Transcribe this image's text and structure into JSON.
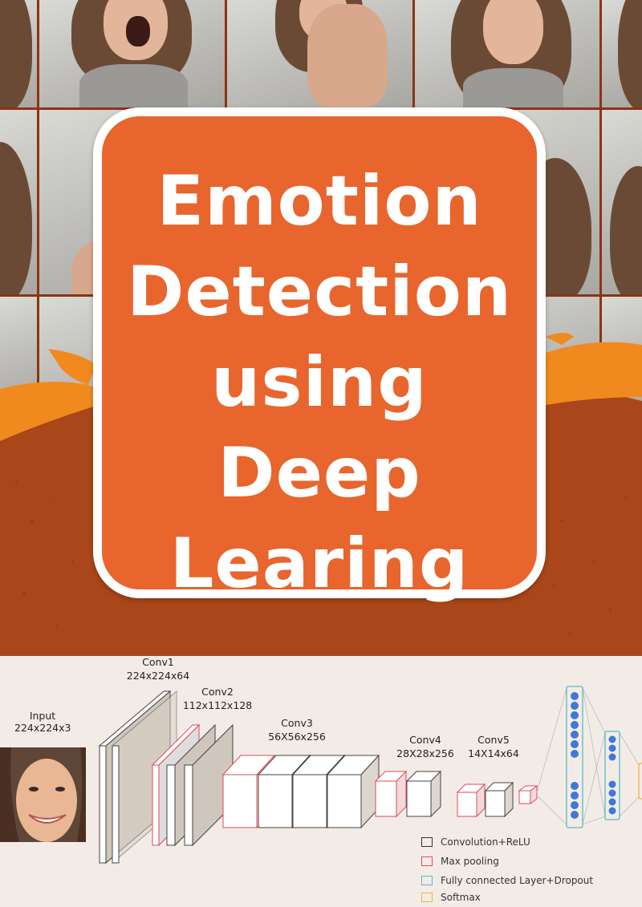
{
  "title": {
    "lines": [
      "Emotion",
      "Detection",
      "using",
      "Deep",
      "Learing"
    ]
  },
  "colors": {
    "title_card": "#e8652d",
    "title_text": "#ffffff",
    "rust_background": "#a9461a",
    "swoosh_orange": "#f08a1e",
    "diagram_background": "#f3ece6",
    "conv_relu": "#333333",
    "max_pooling": "#e24a5a",
    "fully_connected": "#5ab8c7",
    "softmax": "#f0b43a",
    "dense_node": "#3f78d8"
  },
  "diagram": {
    "input": {
      "name": "Input",
      "dims": "224x224x3"
    },
    "layers": [
      {
        "name": "Conv1",
        "dims": "224x224x64"
      },
      {
        "name": "Conv2",
        "dims": "112x112x128"
      },
      {
        "name": "Conv3",
        "dims": "56X56x256"
      },
      {
        "name": "Conv4",
        "dims": "28X28x256"
      },
      {
        "name": "Conv5",
        "dims": "14X14x64"
      }
    ],
    "legend": [
      {
        "label": "Convolution+ReLU",
        "color": "#333333"
      },
      {
        "label": "Max pooling",
        "color": "#e24a5a"
      },
      {
        "label": "Fully connected Layer+Dropout",
        "color": "#5ab8c7"
      },
      {
        "label": "Softmax",
        "color": "#f0b43a"
      }
    ]
  }
}
